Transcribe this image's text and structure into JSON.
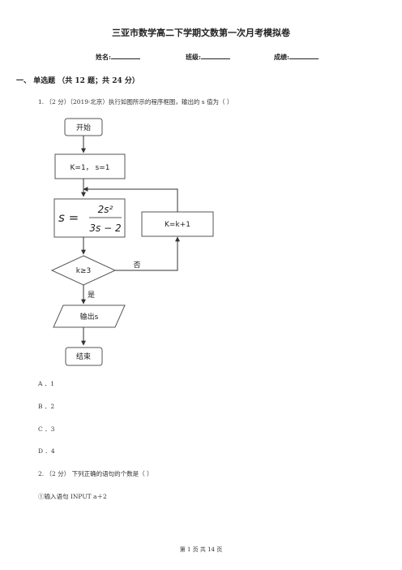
{
  "title": "三亚市数学高二下学期文数第一次月考模拟卷",
  "info": {
    "name_label": "姓名:",
    "class_label": "班级:",
    "score_label": "成绩:"
  },
  "section1": "一、  单选题 （共 12 题；共 24 分）",
  "q1": {
    "text": "1.  （2 分）（2019·北京）执行如图所示的程序框图，输出的 s 值为（       ）"
  },
  "flowchart": {
    "start": "开始",
    "init": "K=1， s=1",
    "formula_lhs": "s =",
    "formula_num": "2s²",
    "formula_den": "3s − 2",
    "update": "K=k+1",
    "cond": "k≥3",
    "no_label": "否",
    "yes_label": "是",
    "output": "输出s",
    "end": "结束"
  },
  "options": [
    "A ．1",
    "B ．2",
    "C ．3",
    "D ．4"
  ],
  "q2": {
    "text": "2.  （2 分）  下列正确的语句的个数是（       ）",
    "item1": "①输入语句  INPUT  a＋2"
  },
  "footer": "第  1  页  共  14  页"
}
